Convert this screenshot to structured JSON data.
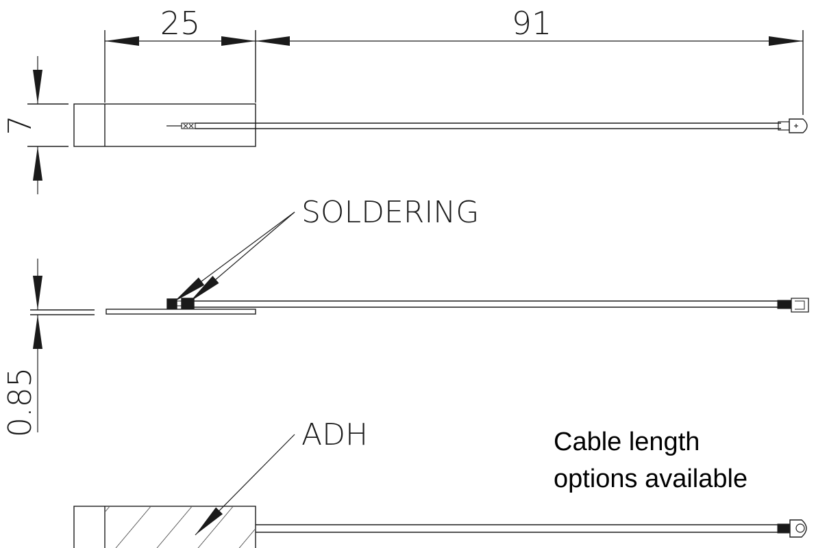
{
  "dimensions": {
    "width_element": "25",
    "cable_length": "91",
    "height_element": "7",
    "thickness": "0.85"
  },
  "callouts": {
    "soldering": "SOLDERING",
    "adhesive": "ADH"
  },
  "note": {
    "line1": "Cable length",
    "line2": "options available"
  },
  "colors": {
    "line": "#1a1a1a",
    "fill": "#1a1a1a",
    "background": "#ffffff"
  }
}
